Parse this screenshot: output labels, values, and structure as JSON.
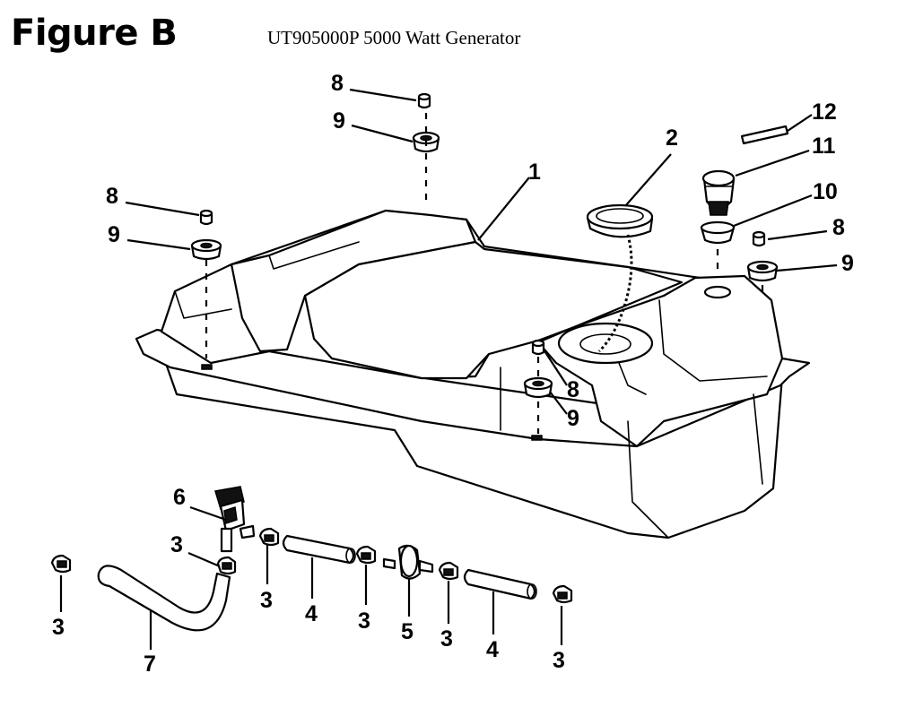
{
  "figure": {
    "label": "Figure B",
    "title": "UT905000P 5000 Watt Generator"
  },
  "callouts": {
    "c1": "1",
    "c2": "2",
    "c3a": "3",
    "c3b": "3",
    "c3c": "3",
    "c3d": "3",
    "c3e": "3",
    "c3f": "3",
    "c4a": "4",
    "c4b": "4",
    "c5": "5",
    "c6": "6",
    "c7": "7",
    "c8a": "8",
    "c8b": "8",
    "c8c": "8",
    "c8d": "8",
    "c9a": "9",
    "c9b": "9",
    "c9c": "9",
    "c9d": "9",
    "c10": "10",
    "c11": "11",
    "c12": "12"
  }
}
